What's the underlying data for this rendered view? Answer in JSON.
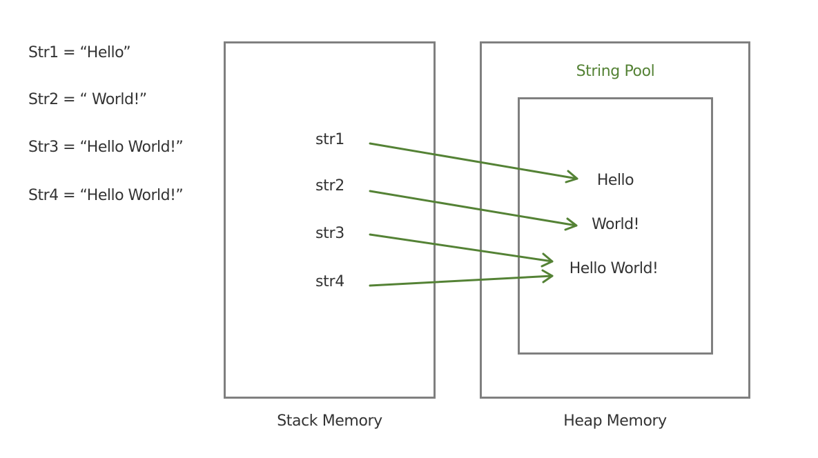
{
  "declarations": [
    "Str1 = “Hello”",
    "Str2 = “ World!”",
    "Str3 = “Hello World!”",
    "Str4 = “Hello World!”"
  ],
  "stack": {
    "caption": "Stack Memory",
    "variables": [
      "str1",
      "str2",
      "str3",
      "str4"
    ]
  },
  "heap": {
    "caption": "Heap Memory",
    "pool_title": "String Pool",
    "values": [
      "Hello",
      "World!",
      "Hello World!"
    ]
  },
  "references": [
    {
      "from": "str1",
      "to": "Hello"
    },
    {
      "from": "str2",
      "to": "World!"
    },
    {
      "from": "str3",
      "to": "Hello World!"
    },
    {
      "from": "str4",
      "to": "Hello World!"
    }
  ],
  "colors": {
    "arrow": "#548235",
    "pool_title": "#548235",
    "box_border": "#7f7f7f",
    "text": "#333333"
  }
}
